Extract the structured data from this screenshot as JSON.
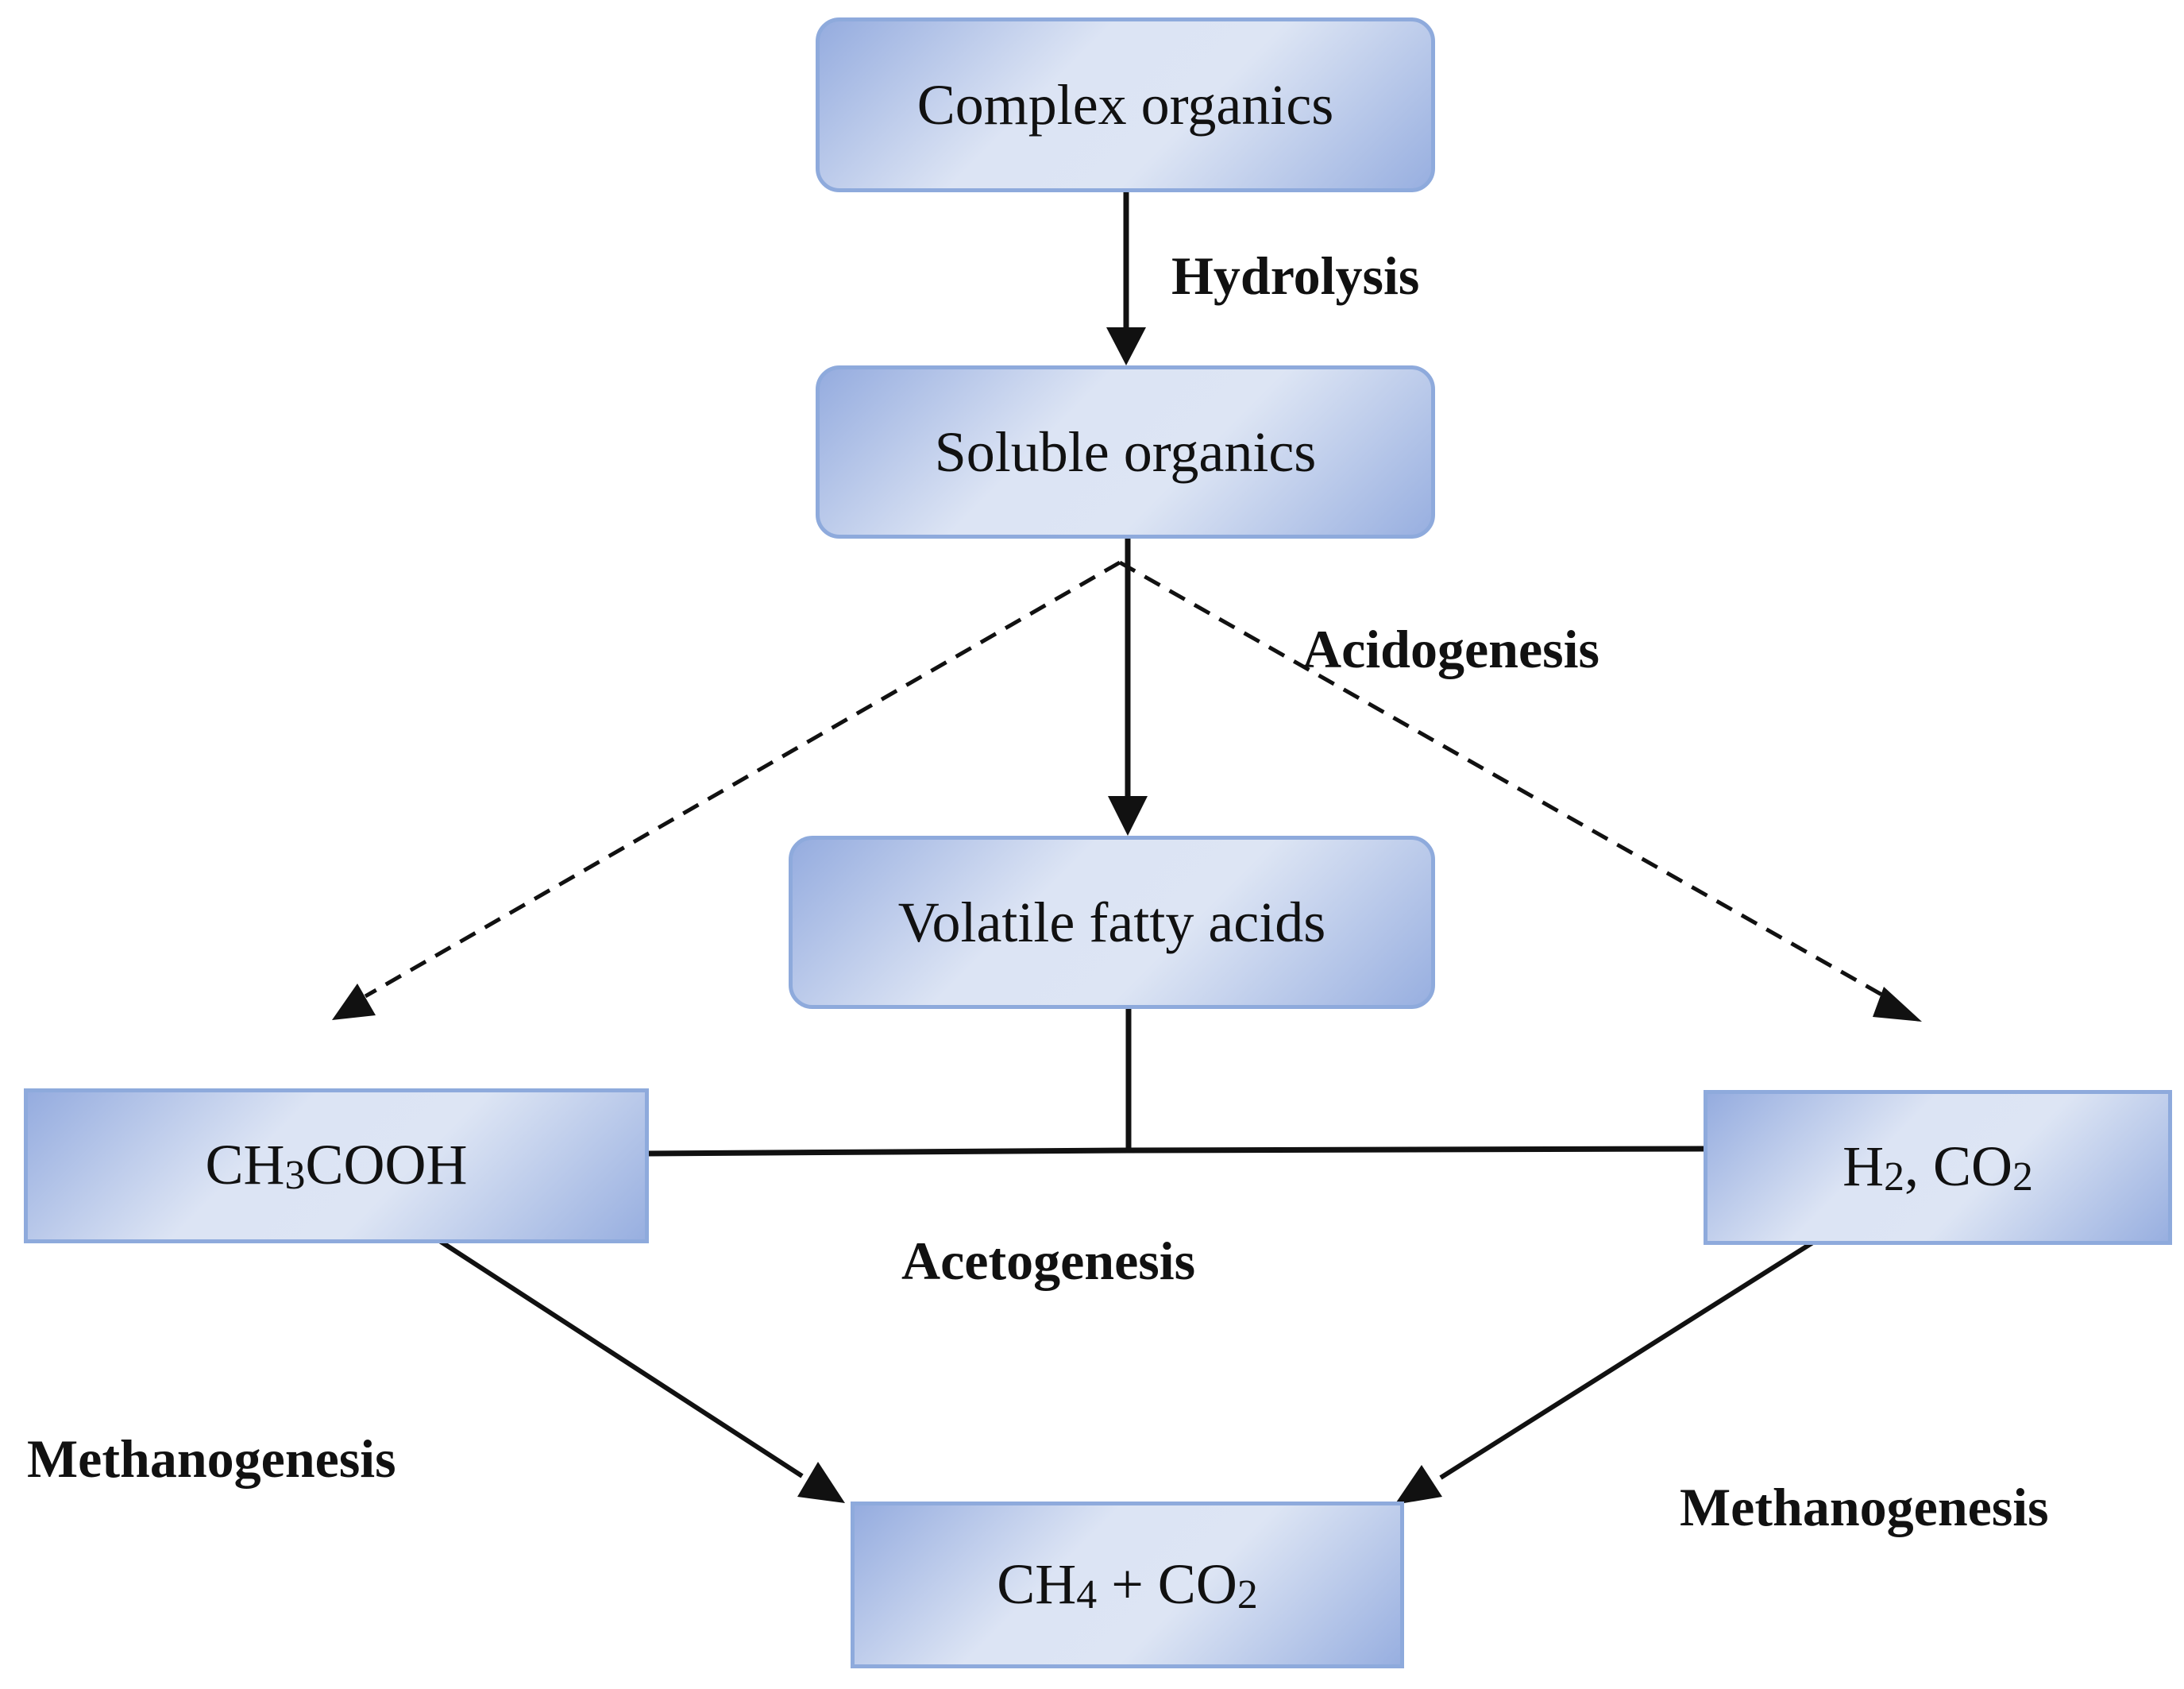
{
  "nodes": {
    "complex_organics": "Complex organics",
    "soluble_organics": "Soluble organics",
    "volatile_fatty_acids": "Volatile fatty acids",
    "acetic_acid": {
      "part1": "CH",
      "sub1": "3",
      "part2": "COOH"
    },
    "hydrogen_co2": {
      "part1": "H",
      "sub1": "2",
      "part2": ", CO",
      "sub2": "2"
    },
    "methane_co2": {
      "part1": "CH",
      "sub1": "4",
      "part2": " + CO",
      "sub2": "2"
    }
  },
  "stages": {
    "hydrolysis": "Hydrolysis",
    "acidogenesis": "Acidogenesis",
    "acetogenesis": "Acetogenesis",
    "methanogenesis_left": "Methanogenesis",
    "methanogenesis_right": "Methanogenesis"
  },
  "colors": {
    "box_border": "#8eaadc",
    "box_fill_dark": "#95acdf",
    "box_fill_light": "#dce4f4",
    "line": "#111111"
  }
}
